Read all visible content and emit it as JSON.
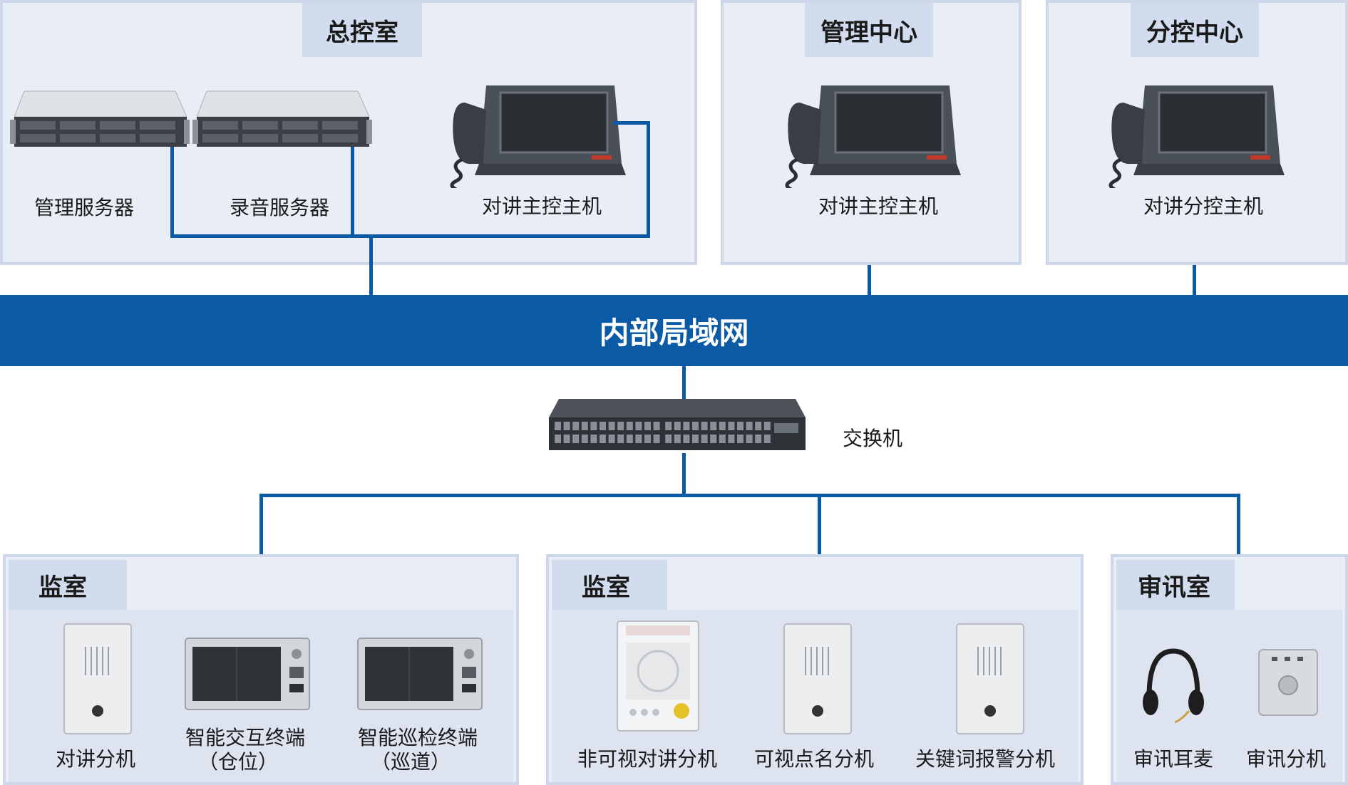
{
  "top_rooms": {
    "main_control": {
      "title": "总控室",
      "devices": [
        "管理服务器",
        "录音服务器",
        "对讲主控主机"
      ]
    },
    "management_center": {
      "title": "管理中心",
      "devices": [
        "对讲主控主机"
      ]
    },
    "sub_control_center": {
      "title": "分控中心",
      "devices": [
        "对讲分控主机"
      ]
    }
  },
  "network": {
    "lan_label": "内部局域网",
    "switch_label": "交换机"
  },
  "bottom_rooms": {
    "cell_a": {
      "title": "监室",
      "devices": [
        {
          "line1": "对讲分机",
          "line2": ""
        },
        {
          "line1": "智能交互终端",
          "line2": "（仓位）"
        },
        {
          "line1": "智能巡检终端",
          "line2": "（巡道）"
        }
      ]
    },
    "cell_b": {
      "title": "监室",
      "devices": [
        "非可视对讲分机",
        "可视点名分机",
        "关键词报警分机"
      ]
    },
    "interrogation": {
      "title": "审讯室",
      "devices": [
        "审讯耳麦",
        "审讯分机"
      ]
    }
  },
  "colors": {
    "network_blue": "#0b5aa5",
    "panel_bg": "#e9edf5",
    "tab_bg": "#d1dcee"
  }
}
